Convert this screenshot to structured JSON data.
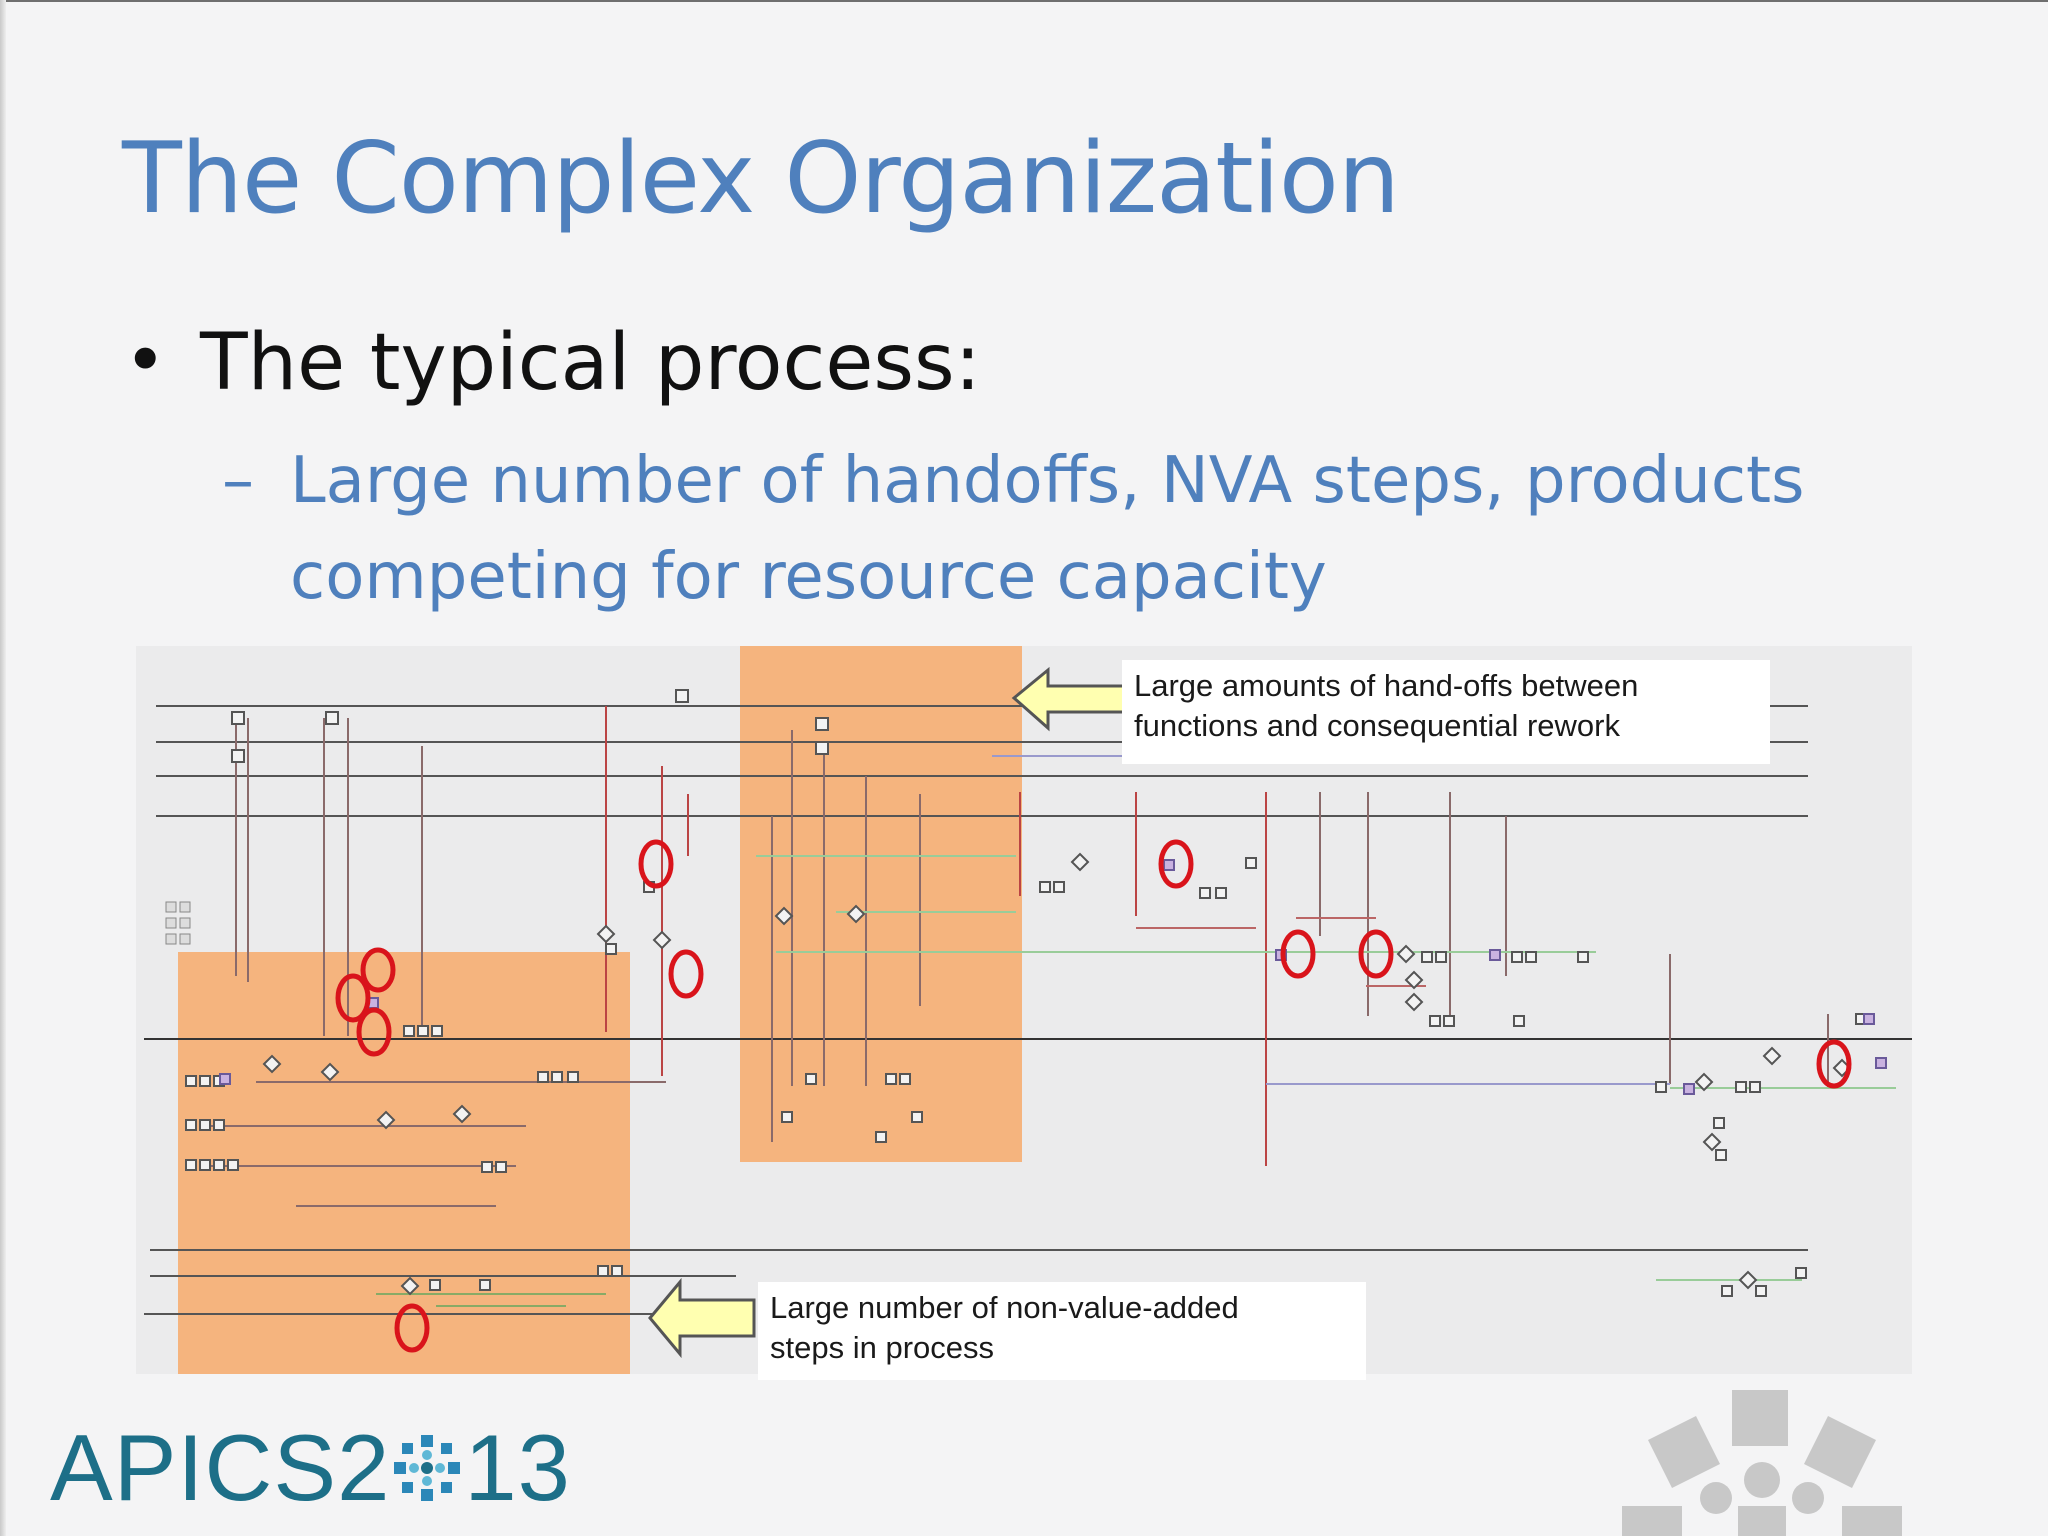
{
  "slide": {
    "title": "The Complex Organization",
    "bullet": "The typical process:",
    "sub_bullet_line1": "Large number of handoffs, NVA steps, products",
    "sub_bullet_line2": "competing for resource capacity"
  },
  "diagram": {
    "callout_top_line1": "Large amounts of hand-offs between",
    "callout_top_line2": "functions and consequential rework",
    "callout_bottom_line1": "Large number of non-value-added",
    "callout_bottom_line2": "steps in process",
    "highlight_color": "#f5b47e",
    "circle_color": "#d9141b",
    "arrow_color": "#ffffb0"
  },
  "footer": {
    "logo_prefix": "APICS2",
    "logo_suffix": "13"
  },
  "colors": {
    "title": "#4f80bd",
    "logo": "#1d6f88"
  }
}
